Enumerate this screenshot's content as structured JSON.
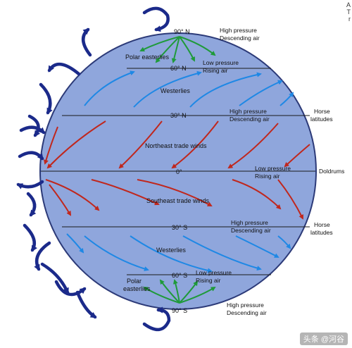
{
  "colors": {
    "globe_fill": "#8fa6dc",
    "globe_stroke": "#2c3a78",
    "westerlies": "#1e88e5",
    "trades": "#c0271d",
    "polar": "#1f9a3a",
    "cells": "#1b2a8a",
    "lat_line": "#1a1a1a"
  },
  "latitudes": {
    "n90": "90° N",
    "n60": "60° N",
    "n30": "30° N",
    "equator": "0°",
    "s30": "30° S",
    "s60": "60° S",
    "s90": "90° S"
  },
  "winds": {
    "polar_easterlies_north": "Polar easterlies",
    "westerlies_north": "Westerlies",
    "ne_trades": "Northeast trade winds",
    "se_trades": "Southeast trade winds",
    "westerlies_south": "Westerlies",
    "polar_easterlies_south_line1": "Polar",
    "polar_easterlies_south_line2": "easterlies"
  },
  "pressure": {
    "n90_line1": "High pressure",
    "n90_line2": "Descending air",
    "n60_line1": "Low pressure",
    "n60_line2": "Rising air",
    "n30_line1": "High pressure",
    "n30_line2": "Descending air",
    "eq_line1": "Low pressure",
    "eq_line2": "Rising air",
    "s30_line1": "High pressure",
    "s30_line2": "Descending air",
    "s60_line1": "Low pressure",
    "s60_line2": "Rising air",
    "s90_line1": "High pressure",
    "s90_line2": "Descending air"
  },
  "zones": {
    "horse_n_line1": "Horse",
    "horse_n_line2": "latitudes",
    "doldrums": "Doldrums",
    "horse_s_line1": "Horse",
    "horse_s_line2": "latitudes"
  },
  "corner_text": "A\nT\nr",
  "watermark": "头条 @河谷"
}
